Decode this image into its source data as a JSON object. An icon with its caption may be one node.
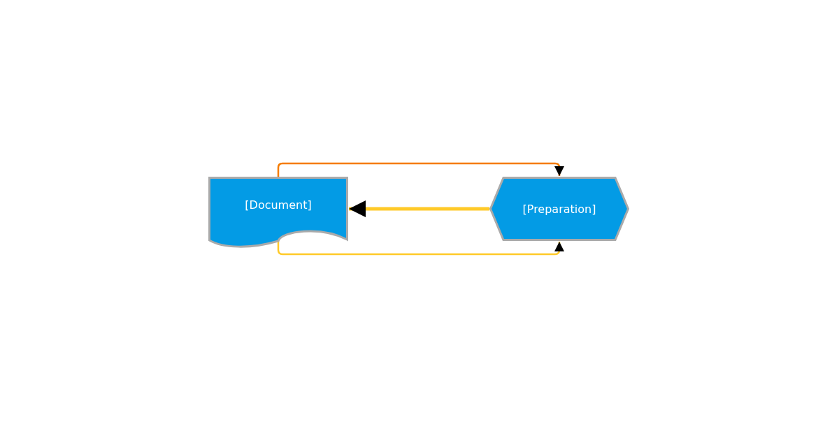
{
  "diagram": {
    "nodes": [
      {
        "text": [
          "[Document]"
        ]
      },
      {
        "text": [
          "[Preparation]"
        ]
      }
    ],
    "edges": [
      {
        "from": 0,
        "to": 1,
        "arrow": "to",
        "color": "#f57c00"
      },
      {
        "from": 1,
        "to": 0,
        "arrow": "to",
        "style": "thick"
      },
      {
        "from": 0,
        "to": 1,
        "arrow": "to"
      }
    ]
  }
}
